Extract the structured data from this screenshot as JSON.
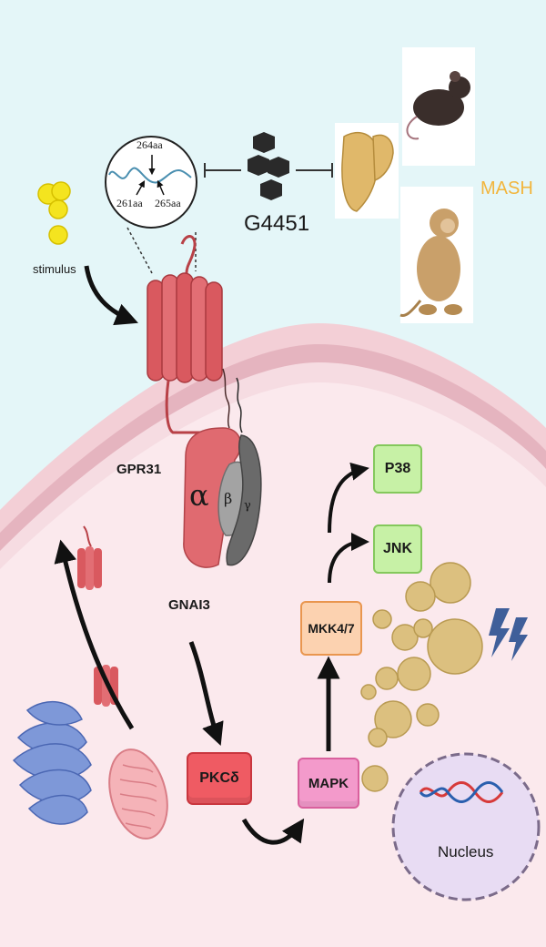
{
  "labels": {
    "stimulus": "stimulus",
    "aa_264": "264aa",
    "aa_261": "261aa",
    "aa_265": "265aa",
    "drug": "G4451",
    "disease": "MASH",
    "receptor": "GPR31",
    "g_alpha": "α",
    "g_beta": "β",
    "g_gamma": "γ",
    "g_protein": "GNAI3",
    "nucleus": "Nucleus"
  },
  "nodes": {
    "pkc": "PKCδ",
    "mapk": "MAPK",
    "mkk": "MKK4/7",
    "p38": "P38",
    "jnk": "JNK"
  },
  "colors": {
    "background": "#e4f6f8",
    "cytoplasm": "#fbe8ec",
    "membrane": "#e9b9c3",
    "receptor": "#d9595f",
    "mash_text": "#f2b53c",
    "pkc": "#ef5b63",
    "mapk": "#f39acb",
    "mkk": "#fcd2b0",
    "p38_jnk": "#c7f1a6",
    "lipid": "#d9bd7a",
    "lightning": "#3f5f9a"
  },
  "icons": [
    "stimulus-molecules-icon",
    "drug-molecule-icon",
    "liver-icon",
    "mouse-icon",
    "monkey-icon",
    "gpr31-receptor-icon",
    "g-protein-icon",
    "golgi-icon",
    "mitochondrion-icon",
    "lipid-droplets-icon",
    "lightning-icon",
    "dna-icon"
  ]
}
